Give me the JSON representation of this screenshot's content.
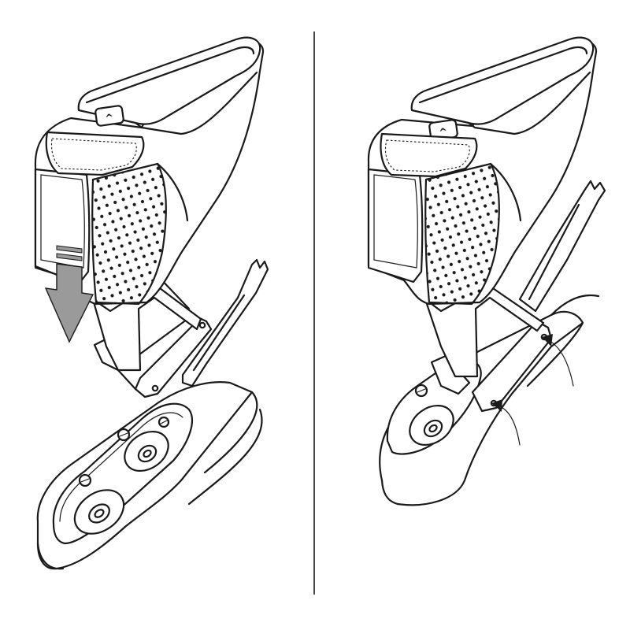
{
  "figure": {
    "panels": [
      {
        "id": "left",
        "step": "slide-on",
        "arrow": "push-down-arrow"
      },
      {
        "id": "right",
        "step": "secure-screws",
        "arrows": [
          "screw-arrow-upper",
          "screw-arrow-lower"
        ]
      }
    ],
    "button_glyph": "^",
    "colors": {
      "line": "#1a1a1a",
      "arrow_fill": "#9a9a9a",
      "background": "#ffffff"
    }
  }
}
